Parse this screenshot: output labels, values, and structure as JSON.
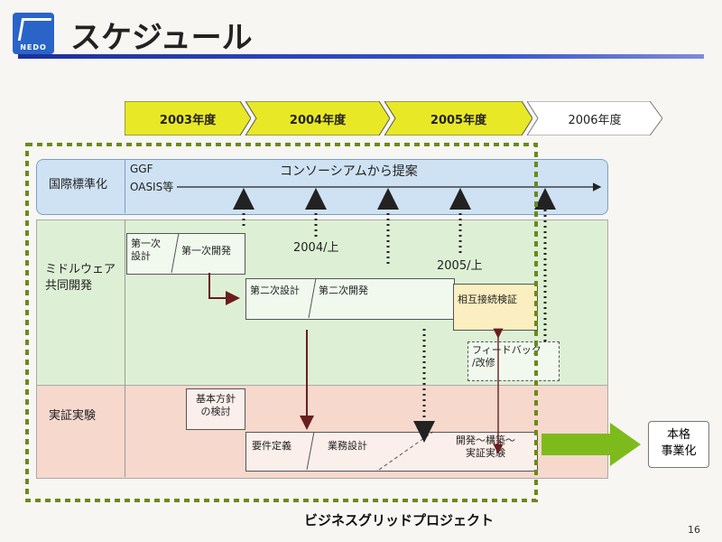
{
  "header": {
    "title": "スケジュール",
    "logo_text": "NEDO"
  },
  "timeline": {
    "years": [
      "2003年度",
      "2004年度",
      "2005年度",
      "2006年度"
    ]
  },
  "lanes": {
    "standard": {
      "label": "国際標準化",
      "org1": "GGF",
      "org2": "OASIS等",
      "arrow_text": "コンソーシアムから提案"
    },
    "middleware": {
      "label_line1": "ミドルウェア",
      "label_line2": "共同開発",
      "box_design1": "第一次\n設計",
      "box_dev1": "第一次開発",
      "box_design2": "第二次設計",
      "box_dev2": "第二次開発",
      "box_interop": "相互接続検証",
      "box_feedback": "フィードバック\n/改修",
      "milestone1": "2004/上",
      "milestone2": "2005/上"
    },
    "demo": {
      "label": "実証実験",
      "box_policy": "基本方針\nの検討",
      "box_req": "要件定義",
      "box_biz": "業務設計",
      "box_build": "開発～構築～\n実証実験"
    }
  },
  "result": {
    "label": "本格\n事業化"
  },
  "project_label": "ビジネスグリッドプロジェクト",
  "page_number": "16",
  "colors": {
    "year_active": "#e8e826",
    "year_inactive": "#ffffff",
    "green_arrow": "#7dbb1c",
    "dotted_border": "#6a8a1a"
  }
}
